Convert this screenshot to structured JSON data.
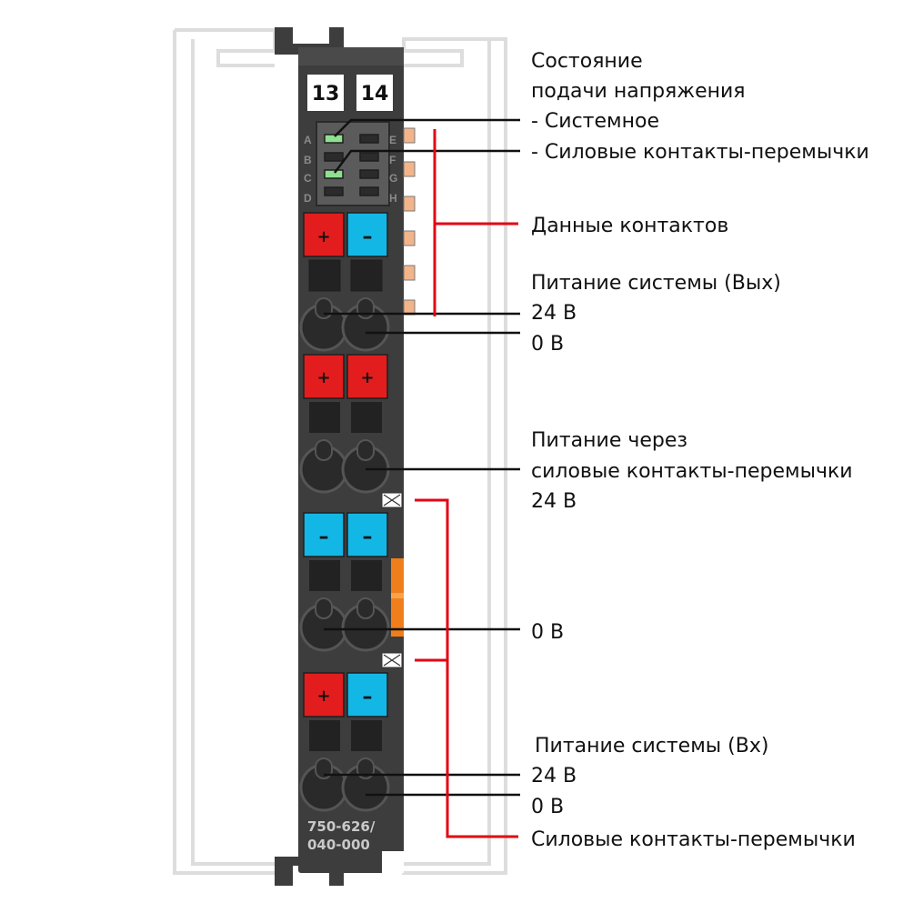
{
  "module": {
    "terminal_numbers": [
      "13",
      "14"
    ],
    "led_labels_left": [
      "A",
      "B",
      "C",
      "D"
    ],
    "led_labels_right": [
      "E",
      "F",
      "G",
      "H"
    ],
    "model_lines": [
      "750-626/",
      "040-000"
    ],
    "sign_plus": "+",
    "sign_minus": "–"
  },
  "labels": {
    "supply_status": [
      "Состояние",
      "подачи напряжения",
      "- Системное",
      "- Силовые контакты-перемычки"
    ],
    "data_contacts": "Данные контактов",
    "system_out": [
      "Питание системы (Вых)",
      "24 В",
      "0 В"
    ],
    "power_jumpers_in": [
      "Питание через",
      "силовые контакты-перемычки",
      "24 В"
    ],
    "zero_v": "0 В",
    "system_in": [
      "Питание системы (Вх)",
      "24 В",
      "0 В"
    ],
    "power_jumper_contacts": "Силовые контакты-перемычки"
  },
  "colors": {
    "housing": "#3d3d3d",
    "plus_terminal": "#e31d1d",
    "minus_terminal": "#13b7e6",
    "callout_line": "#e30613",
    "led_green": "#8fe08f",
    "jumper_orange": "#f07e1a",
    "contact_orange": "#f4b48a"
  }
}
